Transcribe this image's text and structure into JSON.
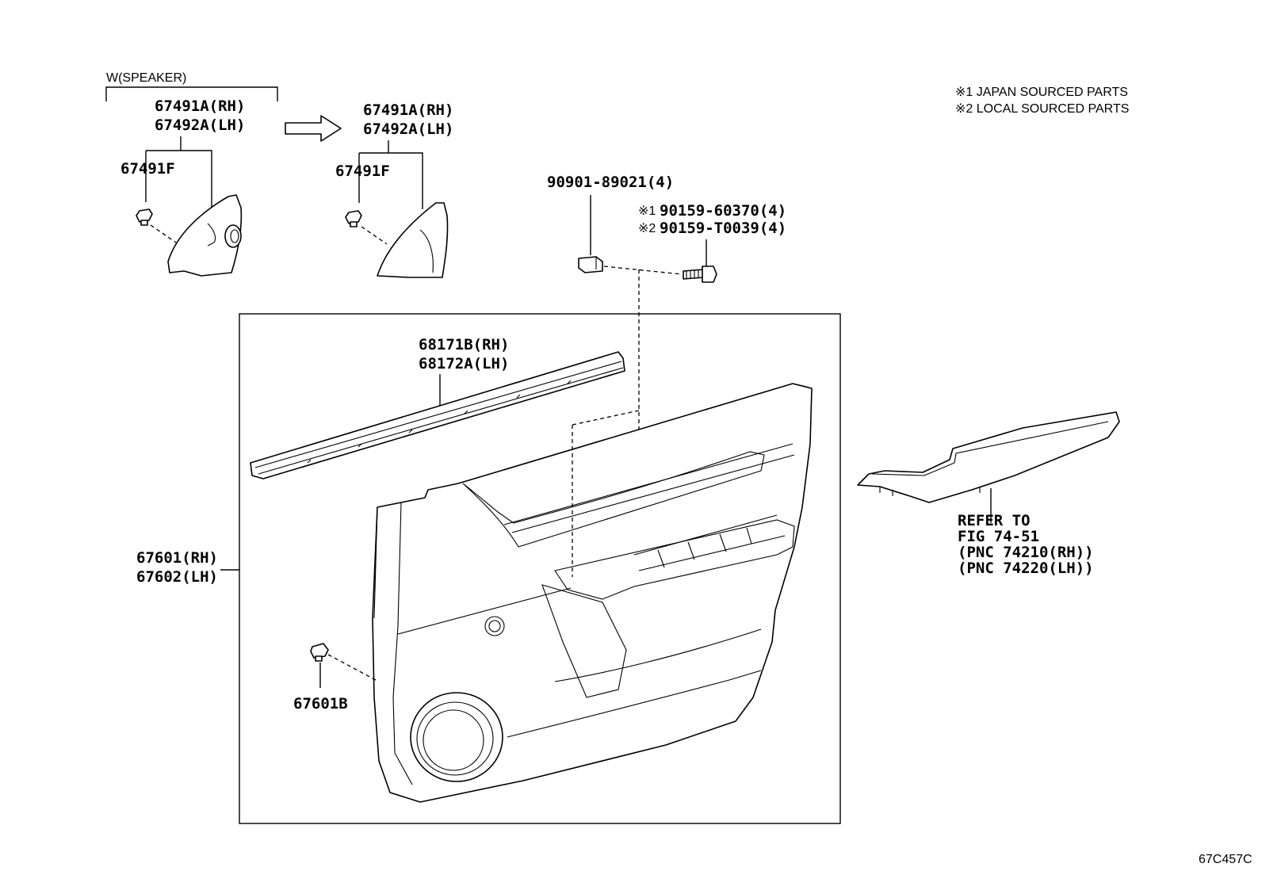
{
  "notes": {
    "japan": "※1  JAPAN SOURCED PARTS",
    "local": "※2  LOCAL SOURCED PARTS"
  },
  "group_label": "W(SPEAKER)",
  "labels": {
    "tweeter_rh_a": "67491A(RH)",
    "tweeter_lh_a": "67492A(LH)",
    "clip_a": "67491F",
    "tweeter_rh_b": "67491A(RH)",
    "tweeter_lh_b": "67492A(LH)",
    "clip_b": "67491F",
    "nut": "90901-89021(4)",
    "screw_1_mark": "※1",
    "screw_1": "90159-60370(4)",
    "screw_2_mark": "※2",
    "screw_2": "90159-T0039(4)",
    "weatherstrip_rh": "68171B(RH)",
    "weatherstrip_lh": "68172A(LH)",
    "panel_rh": "67601(RH)",
    "panel_lh": "67602(LH)",
    "panel_clip": "67601B",
    "refer_1": "REFER TO",
    "refer_2": "FIG 74-51",
    "refer_3": "(PNC 74210(RH))",
    "refer_4": "(PNC 74220(LH))"
  },
  "figure_code": "67C457C"
}
